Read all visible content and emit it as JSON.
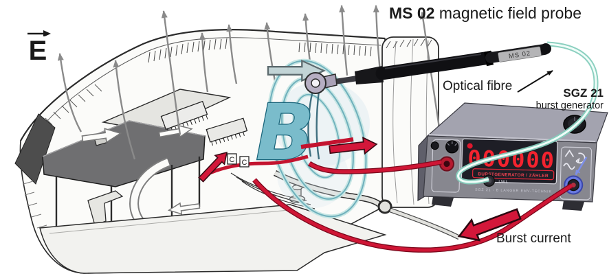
{
  "heading": {
    "bold": "MS 02",
    "rest": " magnetic field probe"
  },
  "labels": {
    "e_field": "E",
    "b_field": "B",
    "optical_fibre": "Optical fibre",
    "burst_current": "Burst current",
    "cap1": "C",
    "cap2": "C"
  },
  "probe": {
    "label": "MS 02"
  },
  "generator": {
    "name": "SGZ 21",
    "type": "burst generator",
    "display": "000000",
    "panel_caption": "BURSTGENERATOR / ZÄHLER",
    "lwl": "LWL",
    "small_print": "SGZ 21 - B LANGER EMV-TECHNIK"
  },
  "colors": {
    "burst_red": "#c3132f",
    "arrow_red": "#d3173a",
    "fibre_cyan": "#86cdbd",
    "field_teal": "#7abccb",
    "field_line_grey": "#8a8a8a",
    "case_grey": "#87878f",
    "display_bg": "#1e1e26",
    "display_red": "#ff2430"
  }
}
